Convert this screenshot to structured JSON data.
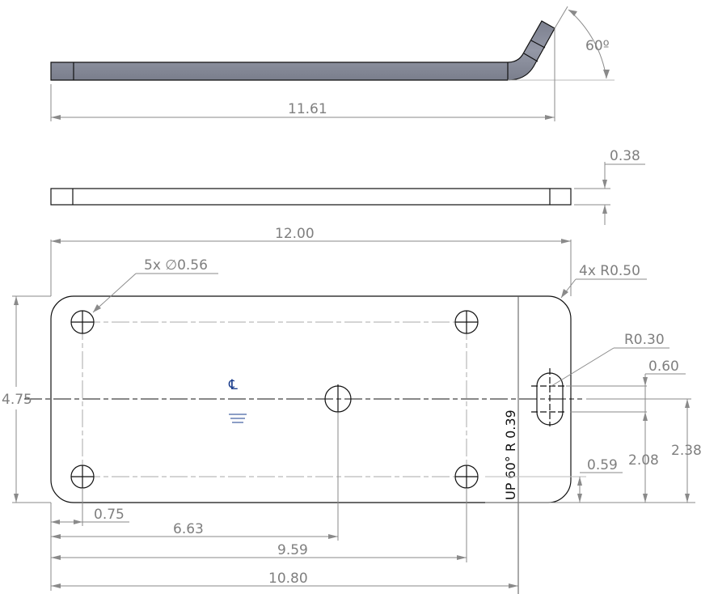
{
  "drawing": {
    "side_view": {
      "length": "11.61",
      "bend_angle": "60º"
    },
    "edge_view": {
      "thickness": "0.38"
    },
    "plan_view": {
      "overall_length": "12.00",
      "overall_width": "4.75",
      "holes_callout": "5x ∅0.56",
      "corner_radius_callout": "4x R0.50",
      "slot_radius": "R0.30",
      "slot_length": "0.60",
      "slot_lower_offset": "2.08",
      "slot_center_offset": "2.38",
      "hole_offset_y": "0.59",
      "hole_offset_x": "0.75",
      "center_hole_x": "6.63",
      "right_holes_x": "9.59",
      "bend_line_x": "10.80",
      "bend_note": "UP  60°  R 0.39",
      "centerline_symbol": "℄"
    }
  }
}
